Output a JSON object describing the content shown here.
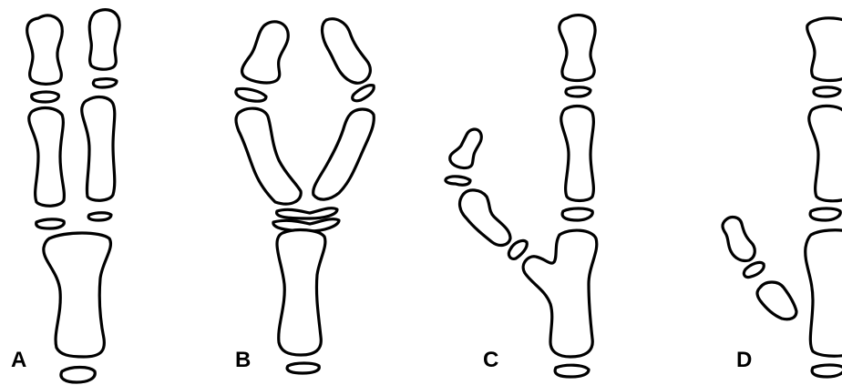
{
  "figure": {
    "panels": [
      {
        "id": "A",
        "label": "A"
      },
      {
        "id": "B",
        "label": "B"
      },
      {
        "id": "C",
        "label": "C"
      },
      {
        "id": "D",
        "label": "D"
      }
    ],
    "colors": {
      "outline": "#000000",
      "background": "#ffffff"
    }
  }
}
